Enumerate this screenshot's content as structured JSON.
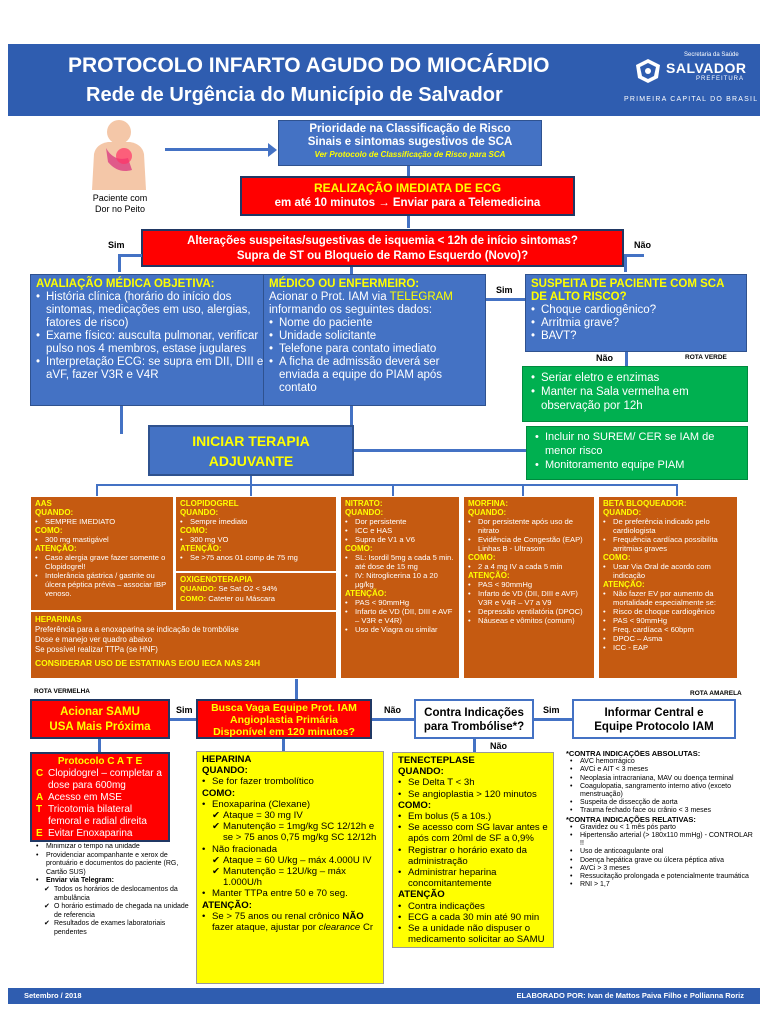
{
  "header": {
    "title1": "PROTOCOLO INFARTO AGUDO DO MIOCÁRDIO",
    "title2": "Rede de Urgência do Município de Salvador",
    "logo_sec": "Secretaria da Saúde",
    "logo_city": "SALVADOR",
    "logo_pref": "PREFEITURA",
    "logo_cap": "PRIMEIRA CAPITAL DO BRASIL"
  },
  "patient": {
    "caption1": "Paciente com",
    "caption2": "Dor no Peito"
  },
  "priority": {
    "line1": "Prioridade na Classificação de Risco",
    "line2": "Sinais e sintomas sugestivos de SCA",
    "line3": "Ver Protocolo de Classificação de Risco para SCA"
  },
  "ecg": {
    "line1": "REALIZAÇÃO IMEDIATA DE ECG",
    "line2": "em até 10 minutos → Enviar para a Telemedicina"
  },
  "alteracoes": {
    "line1": "Alterações suspeitas/sugestivas de isquemia < 12h de início sintomas?",
    "line2": "Supra de ST ou Bloqueio de Ramo Esquerdo (Novo)?",
    "sim": "Sim",
    "nao": "Não"
  },
  "avaliacao": {
    "title": "AVALIAÇÃO MÉDICA OBJETIVA:",
    "items": [
      "História clínica (horário do início dos sintomas, medicações em uso, alergias, fatores de risco)",
      "Exame físico: ausculta pulmonar, verificar pulso nos 4 membros, estase jugulares",
      "Interpretação ECG: se supra em DII, DIII e aVF, fazer V3R e V4R"
    ]
  },
  "medico": {
    "title": "MÉDICO OU ENFERMEIRO:",
    "intro1": "Acionar o Prot. IAM via",
    "intro_link": "TELEGRAM",
    "intro2": "informando os seguintes dados:",
    "items": [
      "Nome do paciente",
      "Unidade solicitante",
      "Telefone para contato imediato",
      "A ficha de admissão deverá ser enviada a equipe do PIAM após contato"
    ]
  },
  "suspeita": {
    "title": "SUSPEITA DE PACIENTE COM SCA DE ALTO RISCO?",
    "items": [
      "Choque cardiogênico?",
      "Arritmia grave?",
      "BAVT?"
    ],
    "sim": "Sim",
    "nao": "Não",
    "rota_verde": "ROTA VERDE"
  },
  "seriar": {
    "items": [
      "Seriar eletro e enzimas",
      "Manter na Sala vermelha em observação por 12h"
    ]
  },
  "iniciar": {
    "line1": "INICIAR TERAPIA",
    "line2": "ADJUVANTE"
  },
  "surem": {
    "items": [
      "Incluir no SUREM/ CER se IAM de menor risco",
      "Monitoramento equipe PIAM"
    ]
  },
  "aas": {
    "title": "AAS",
    "quando": "QUANDO:",
    "q_items": [
      "SEMPRE IMEDIATO"
    ],
    "como": "COMO:",
    "c_items": [
      "300 mg mastigável"
    ],
    "atencao": "ATENÇÃO:",
    "a_items": [
      "Caso alergia grave fazer somente o Clopidogrel!",
      "Intolerância gástrica / gastrite ou úlcera péptica prévia – associar IBP venoso."
    ]
  },
  "clopi": {
    "title": "CLOPIDOGREL",
    "quando": "QUANDO:",
    "q_items": [
      "Sempre imediato"
    ],
    "como": "COMO:",
    "c_items": [
      "300 mg VO"
    ],
    "atencao": "ATENÇÃO:",
    "a_items": [
      "Se >75 anos 01 comp de 75 mg"
    ]
  },
  "oxi": {
    "title": "OXIGENOTERAPIA",
    "quando": "QUANDO:",
    "q_text": "Se Sat O2 < 94%",
    "como": "COMO:",
    "c_text": "Cateter ou Máscara"
  },
  "nitrato": {
    "title": "NITRATO:",
    "quando": "QUANDO:",
    "q_items": [
      "Dor persistente",
      "ICC e HAS",
      "Supra de V1 a V6"
    ],
    "como": "COMO:",
    "c_items": [
      "SL: Isordil 5mg a cada 5 min. até dose de 15 mg",
      "IV: Nitroglicerina 10 a 20 µg/kg"
    ],
    "atencao": "ATENÇÃO:",
    "a_items": [
      "PAS < 90mmHg",
      "Infarto de VD (DII, DIII e AVF – V3R e V4R)",
      "Uso de Viagra ou similar"
    ]
  },
  "morfina": {
    "title": "MORFINA:",
    "quando": "QUANDO:",
    "q_items": [
      "Dor persistente após uso de nitrato",
      "Evidência de Congestão (EAP) Linhas B - Ultrasom"
    ],
    "como": "COMO:",
    "c_items": [
      "2 a 4 mg IV a cada 5 min"
    ],
    "atencao": "ATENÇÃO:",
    "a_items": [
      "PAS < 90mmHg",
      "Infarto de VD (DII, DIII e AVF) V3R e V4R – V7 a V9",
      "Depressão ventilatória (DPOC)",
      "Náuseas e vômitos (comum)"
    ]
  },
  "beta": {
    "title": "BETA BLOQUEADOR:",
    "quando": "QUANDO:",
    "q_items": [
      "De preferência indicado pelo cardiologista",
      "Frequência cardíaca possibilita arritmias graves"
    ],
    "como": "COMO:",
    "c_items": [
      "Usar Via Oral de acordo com indicação"
    ],
    "atencao": "ATENÇÃO:",
    "a_items": [
      "Não fazer EV por aumento da mortalidade especialmente se:",
      "Risco de choque cardiogênico",
      "PAS < 90mmHg",
      "Freq. cardíaca < 60bpm",
      "DPOC – Asma",
      "ICC - EAP"
    ]
  },
  "heparinas": {
    "title": "HEPARINAS",
    "line1": "Preferência para a enoxaparina se indicação de trombólise",
    "line2": "Dose e manejo ver quadro abaixo",
    "line3": "Se possível realizar TTPa (se HNF)",
    "estatinas": "CONSIDERAR USO DE ESTATINAS E/OU IECA NAS 24H"
  },
  "rotas": {
    "vermelha": "ROTA VERMELHA",
    "amarela": "ROTA AMARELA"
  },
  "samu": {
    "line1": "Acionar SAMU",
    "line2": "USA  Mais Próxima"
  },
  "busca": {
    "line1": "Busca Vaga Equipe Prot. IAM",
    "line2": "Angioplastia Primária",
    "line3": "Disponível em 120 minutos?",
    "sim": "Sim",
    "nao": "Não"
  },
  "contra": {
    "line1": "Contra Indicações",
    "line2": "para Trombólise*?",
    "sim": "Sim",
    "nao": "Não"
  },
  "informar": {
    "line1": "Informar Central e",
    "line2": "Equipe Protocolo IAM"
  },
  "cate": {
    "title": "Protocolo C A T E",
    "rows": [
      {
        "l": "C",
        "t": "Clopidogrel – completar a dose para 600mg"
      },
      {
        "l": "A",
        "t": "Acesso em MSE"
      },
      {
        "l": "T",
        "t": "Tricotomia bilateral femoral e radial direita"
      },
      {
        "l": "E",
        "t": "Evitar Enoxaparina"
      }
    ]
  },
  "notes": {
    "items": [
      "Minimizar o tempo na unidade",
      "Providenciar acompanhante e xerox de prontuário e documentos do paciente (RG, Cartão SUS)",
      "Enviar via Telegram:"
    ],
    "checks": [
      "Todos os horários de deslocamentos da ambulância",
      "O horário estimado de chegada na unidade de referencia",
      "Resultados de exames laboratoriais pendentes"
    ]
  },
  "heparina": {
    "title": "HEPARINA",
    "quando": "QUANDO:",
    "q_items": [
      "Se for fazer trombolítico"
    ],
    "como": "COMO:",
    "c_items": [
      "Enoxaparina (Clexane)"
    ],
    "checks1": [
      "Ataque = 30 mg IV",
      "Manutenção  = 1mg/kg SC 12/12h e se > 75 anos 0,75 mg/kg SC 12/12h"
    ],
    "nf": "Não fracionada",
    "checks2": [
      "Ataque = 60 U/kg – máx 4.000U IV",
      "Manutenção = 12U/kg – máx 1.000U/h"
    ],
    "ttpa": "Manter TTPa entre 50 e 70 seg.",
    "atencao": "ATENÇÃO:",
    "a_pre": "Se > 75 anos ou renal crônico",
    "a_nao": "NÃO",
    "a_post": "fazer ataque, ajustar por",
    "a_cl": "clearance",
    "a_cr": "Cr"
  },
  "tenecteplase": {
    "title": "TENECTEPLASE",
    "quando": "QUANDO:",
    "q_items": [
      "Se Delta T < 3h",
      "Se angioplastia > 120 minutos"
    ],
    "como": "COMO:",
    "c_items": [
      "Em bolus (5 a 10s.)",
      "Se acesso com SG lavar antes e após com 20ml de SF a 0,9%",
      "Registrar o horário exato da administração",
      "Administrar heparina concomitantemente"
    ],
    "atencao": "ATENÇÃO",
    "a_items": [
      "Contra indicações",
      "ECG a cada 30 min até 90 min",
      "Se a unidade não dispuser o medicamento solicitar ao SAMU"
    ]
  },
  "contraind": {
    "abs_title": "*CONTRA INDICAÇÕES ABSOLUTAS:",
    "abs": [
      "AVC hemorrágico",
      "AVCi e AIT < 3 meses",
      "Neoplasia intracraniana, MAV ou doença terminal",
      "Coagulopatia, sangramento interno ativo (exceto menstruação)",
      "Suspeita de dissecção de aorta",
      "Trauma fechado face ou crânio < 3 meses"
    ],
    "rel_title": "*CONTRA INDICAÇÕES RELATIVAS:",
    "rel": [
      "Gravidez ou < 1 mês pós parto",
      "Hipertensão arterial (> 180x110 mmHg) - CONTROLAR !!",
      "Uso de anticoagulante oral",
      "Doença hepática grave ou úlcera péptica ativa",
      "AVCi > 3 meses",
      "Ressucitação prolongada e potencialmente traumática",
      "RNI > 1,7"
    ]
  },
  "footer": {
    "date": "Setembro / 2018",
    "author": "ELABORADO POR: Ivan de Mattos Paiva Filho e Pollianna Roriz"
  },
  "colors": {
    "blue": "#4472c4",
    "red": "#ff0000",
    "green": "#00b050",
    "orange": "#c55a11",
    "yellow": "#ffff00",
    "header": "#2f5db0"
  }
}
